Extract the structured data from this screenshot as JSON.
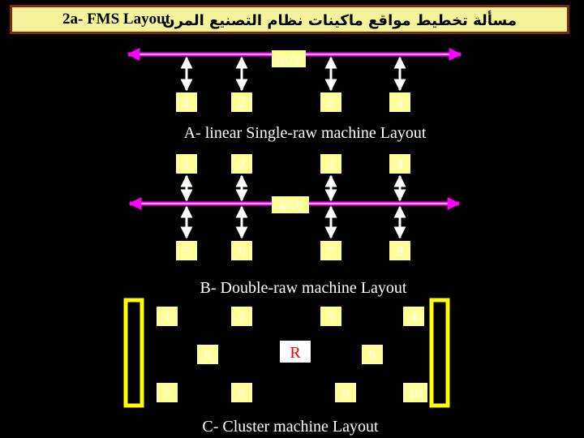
{
  "title": {
    "english": "2a- FMS Layout",
    "arabic": "مسألة تخطيط مواقع ماكينات نظام التصنيع المرن"
  },
  "layout_a": {
    "agv_label": "AGV",
    "machines": [
      "1",
      "2",
      "3",
      "4"
    ],
    "caption": "A- linear Single-raw machine Layout"
  },
  "layout_b": {
    "agv_label": "AGV",
    "machines_top": [
      "1",
      "2",
      "3",
      "4"
    ],
    "machines_bottom": [
      "5",
      "6",
      "7",
      "8"
    ],
    "caption": "B- Double-raw machine Layout"
  },
  "layout_c": {
    "machines_top": [
      "1",
      "2",
      "3",
      "4"
    ],
    "machines_middle": [
      "5",
      "6"
    ],
    "robot_label": "R",
    "machines_bottom": [
      "7",
      "8",
      "9",
      "10"
    ],
    "caption": "C- Cluster machine Layout"
  },
  "colors": {
    "background": "#000000",
    "title_fill": "#f4f39a",
    "title_border": "#7a2a10",
    "track": "#ff00ff",
    "machine_fill": "#ffff99",
    "arrow": "#ffffff",
    "text": "#ffffff",
    "robot_fill": "#ffffff",
    "robot_text": "#ff0000"
  }
}
